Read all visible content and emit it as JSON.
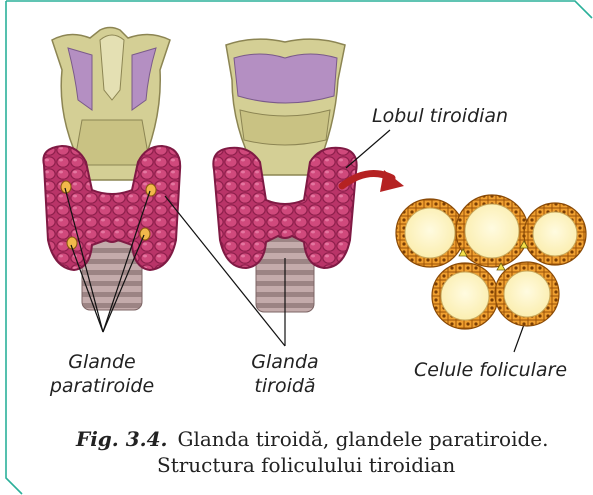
{
  "labels": {
    "lobe": "Lobul tiroidian",
    "parathyroid_line1": "Glande",
    "parathyroid_line2": "paratiroide",
    "thyroid_line1": "Glanda",
    "thyroid_line2": "tiroidă",
    "follicular": "Celule foliculare"
  },
  "caption": {
    "fig_number": "Fig. 3.4.",
    "line1": "Glanda tiroidă, glandele paratiroide.",
    "line2": "Structura foliculului tiroidian"
  },
  "colors": {
    "frame": "#2bb09a",
    "thyroid": "#c23a6e",
    "cartilage": "#d4cf95",
    "membrane": "#b48fc2",
    "trachea": "#a88c8c",
    "arrow": "#b52222",
    "follicle_colloid": "#fff6bd",
    "follicle_cells": "#e8901c"
  },
  "icons": [
    "thyroid-illustration",
    "curved-arrow-icon",
    "follicle-cluster"
  ]
}
